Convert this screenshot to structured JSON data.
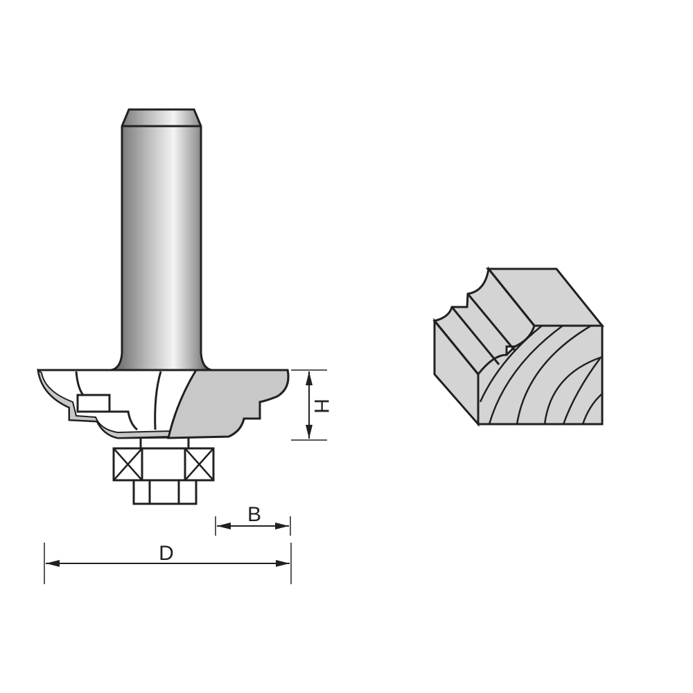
{
  "diagram": {
    "subject": "router-bit",
    "labels": {
      "height": "H",
      "cut_width": "B",
      "diameter": "D"
    },
    "colors": {
      "line": "#231f20",
      "profile_fill": "#c8c8c8",
      "workpiece_fill": "#d4d4d4",
      "background": "#ffffff"
    }
  }
}
